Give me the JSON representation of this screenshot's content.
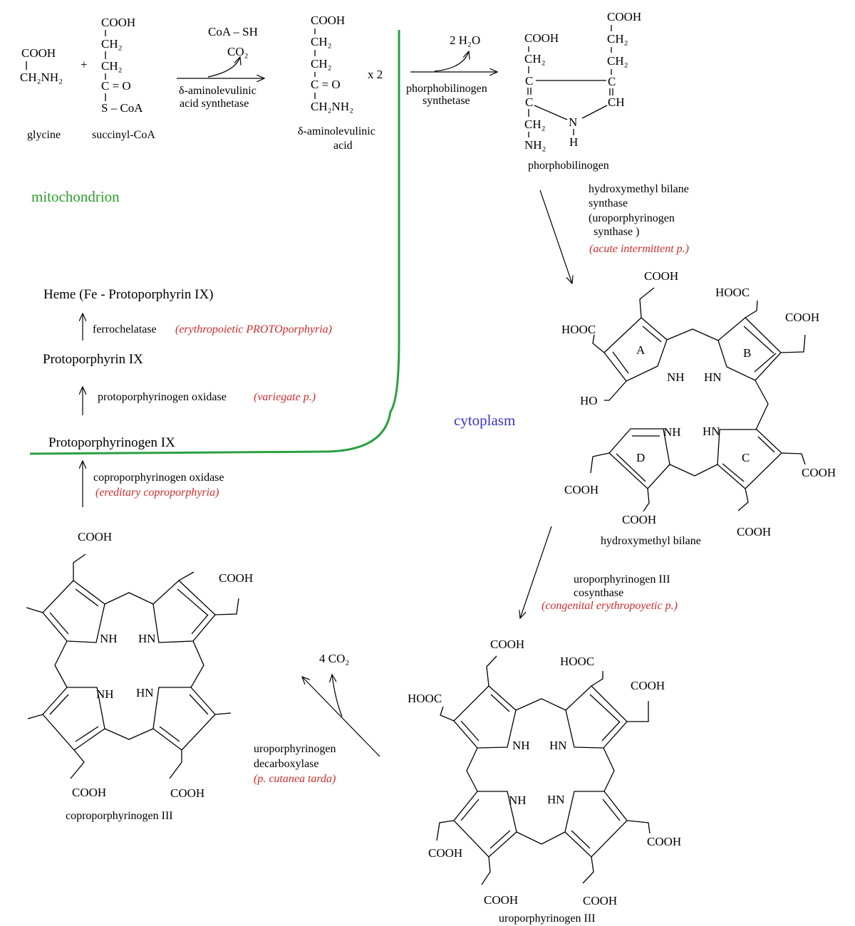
{
  "compartments": {
    "mito": "mitochondrion",
    "cyto": "cytoplasm"
  },
  "step1": {
    "glycine_cooh": "COOH",
    "glycine_ch2nh2": "CH₂NH₂",
    "glycine": "glycine",
    "plus": "+",
    "succ_cooh": "COOH",
    "succ_ch2a": "CH₂",
    "succ_ch2b": "CH₂",
    "succ_co": "C = O",
    "succ_scoa": "S – CoA",
    "succinyl": "succinyl-CoA",
    "coash": "CoA – SH",
    "co2": "CO₂",
    "enzyme1": "δ-aminolevulinic",
    "enzyme2": "acid  synthetase"
  },
  "ala": {
    "cooh": "COOH",
    "ch2a": "CH₂",
    "ch2b": "CH₂",
    "co": "C = O",
    "ch2nh2": "CH₂NH₂",
    "times": "x 2",
    "name1": "δ-aminolevulinic",
    "name2": "acid"
  },
  "step2": {
    "water": "2 H₂O",
    "enzyme1": "phorphobilinogen",
    "enzyme2": "synthetase"
  },
  "pbg": {
    "cooh1": "COOH",
    "ch2a": "CH₂",
    "c1": "C",
    "c2": "C",
    "ch2b": "CH₂",
    "nh2": "NH₂",
    "cooh2": "COOH",
    "ch2c": "CH₂",
    "ch2d": "CH₂",
    "c3": "C",
    "ch": "CH",
    "n": "N",
    "h": "H",
    "name": "phorphobilinogen"
  },
  "step3": {
    "enz1": "hydroxymethyl bilane",
    "enz2": "synthase",
    "enz3": "(uroporphyrinogen",
    "enz4": "synthase )",
    "disease": "(acute intermittent p.)"
  },
  "hmb": {
    "cooh_top": "COOH",
    "hooc_left": "HOOC",
    "hooc_b": "HOOC",
    "cooh_b": "COOH",
    "ho": "HO",
    "ring_a": "A",
    "ring_b": "B",
    "ring_c": "C",
    "ring_d": "D",
    "nh_a": "NH",
    "hn_b": "HN",
    "nh_d": "NH",
    "hn_c": "HN",
    "cooh_d1": "COOH",
    "cooh_d2": "COOH",
    "cooh_c1": "COOH",
    "cooh_c2": "COOH",
    "name": "hydroxymethyl bilane"
  },
  "step4": {
    "enz1": "uroporphyrinogen III",
    "enz2": "cosynthase",
    "disease": "(congenital erythropoyetic p.)"
  },
  "uro": {
    "cooh1": "COOH",
    "hooc2": "HOOC",
    "hooc3": "HOOC",
    "cooh4": "COOH",
    "nh1": "NH",
    "hn1": "HN",
    "nh2": "NH",
    "hn2": "HN",
    "cooh5": "COOH",
    "cooh6": "COOH",
    "cooh7": "COOH",
    "cooh8": "COOH",
    "name": "uroporphyrinogen III"
  },
  "step5": {
    "co2": "4 CO₂",
    "enz1": "uroporphyrinogen",
    "enz2": "decarboxylase",
    "disease": "(p. cutanea tarda)"
  },
  "copro": {
    "cooh1": "COOH",
    "cooh2": "COOH",
    "nh1": "NH",
    "hn1": "HN",
    "nh2": "NH",
    "hn2": "HN",
    "cooh3": "COOH",
    "cooh4": "COOH",
    "name": "coproporphyrinogen III"
  },
  "step6": {
    "enz": "coproporphyrinogen oxidase",
    "disease": "(ereditary coproporphyria)"
  },
  "step7": {
    "product": "Protoporphyrinogen IX",
    "enz": "protoporphyrinogen oxidase",
    "disease": "(variegate p.)"
  },
  "step8": {
    "product": "Protoporphyrin IX",
    "enz": "ferrochelatase",
    "disease": "(erythropoietic PROTOporphyria)"
  },
  "heme": {
    "label": "Heme (Fe - Protoporphyrin IX)"
  }
}
